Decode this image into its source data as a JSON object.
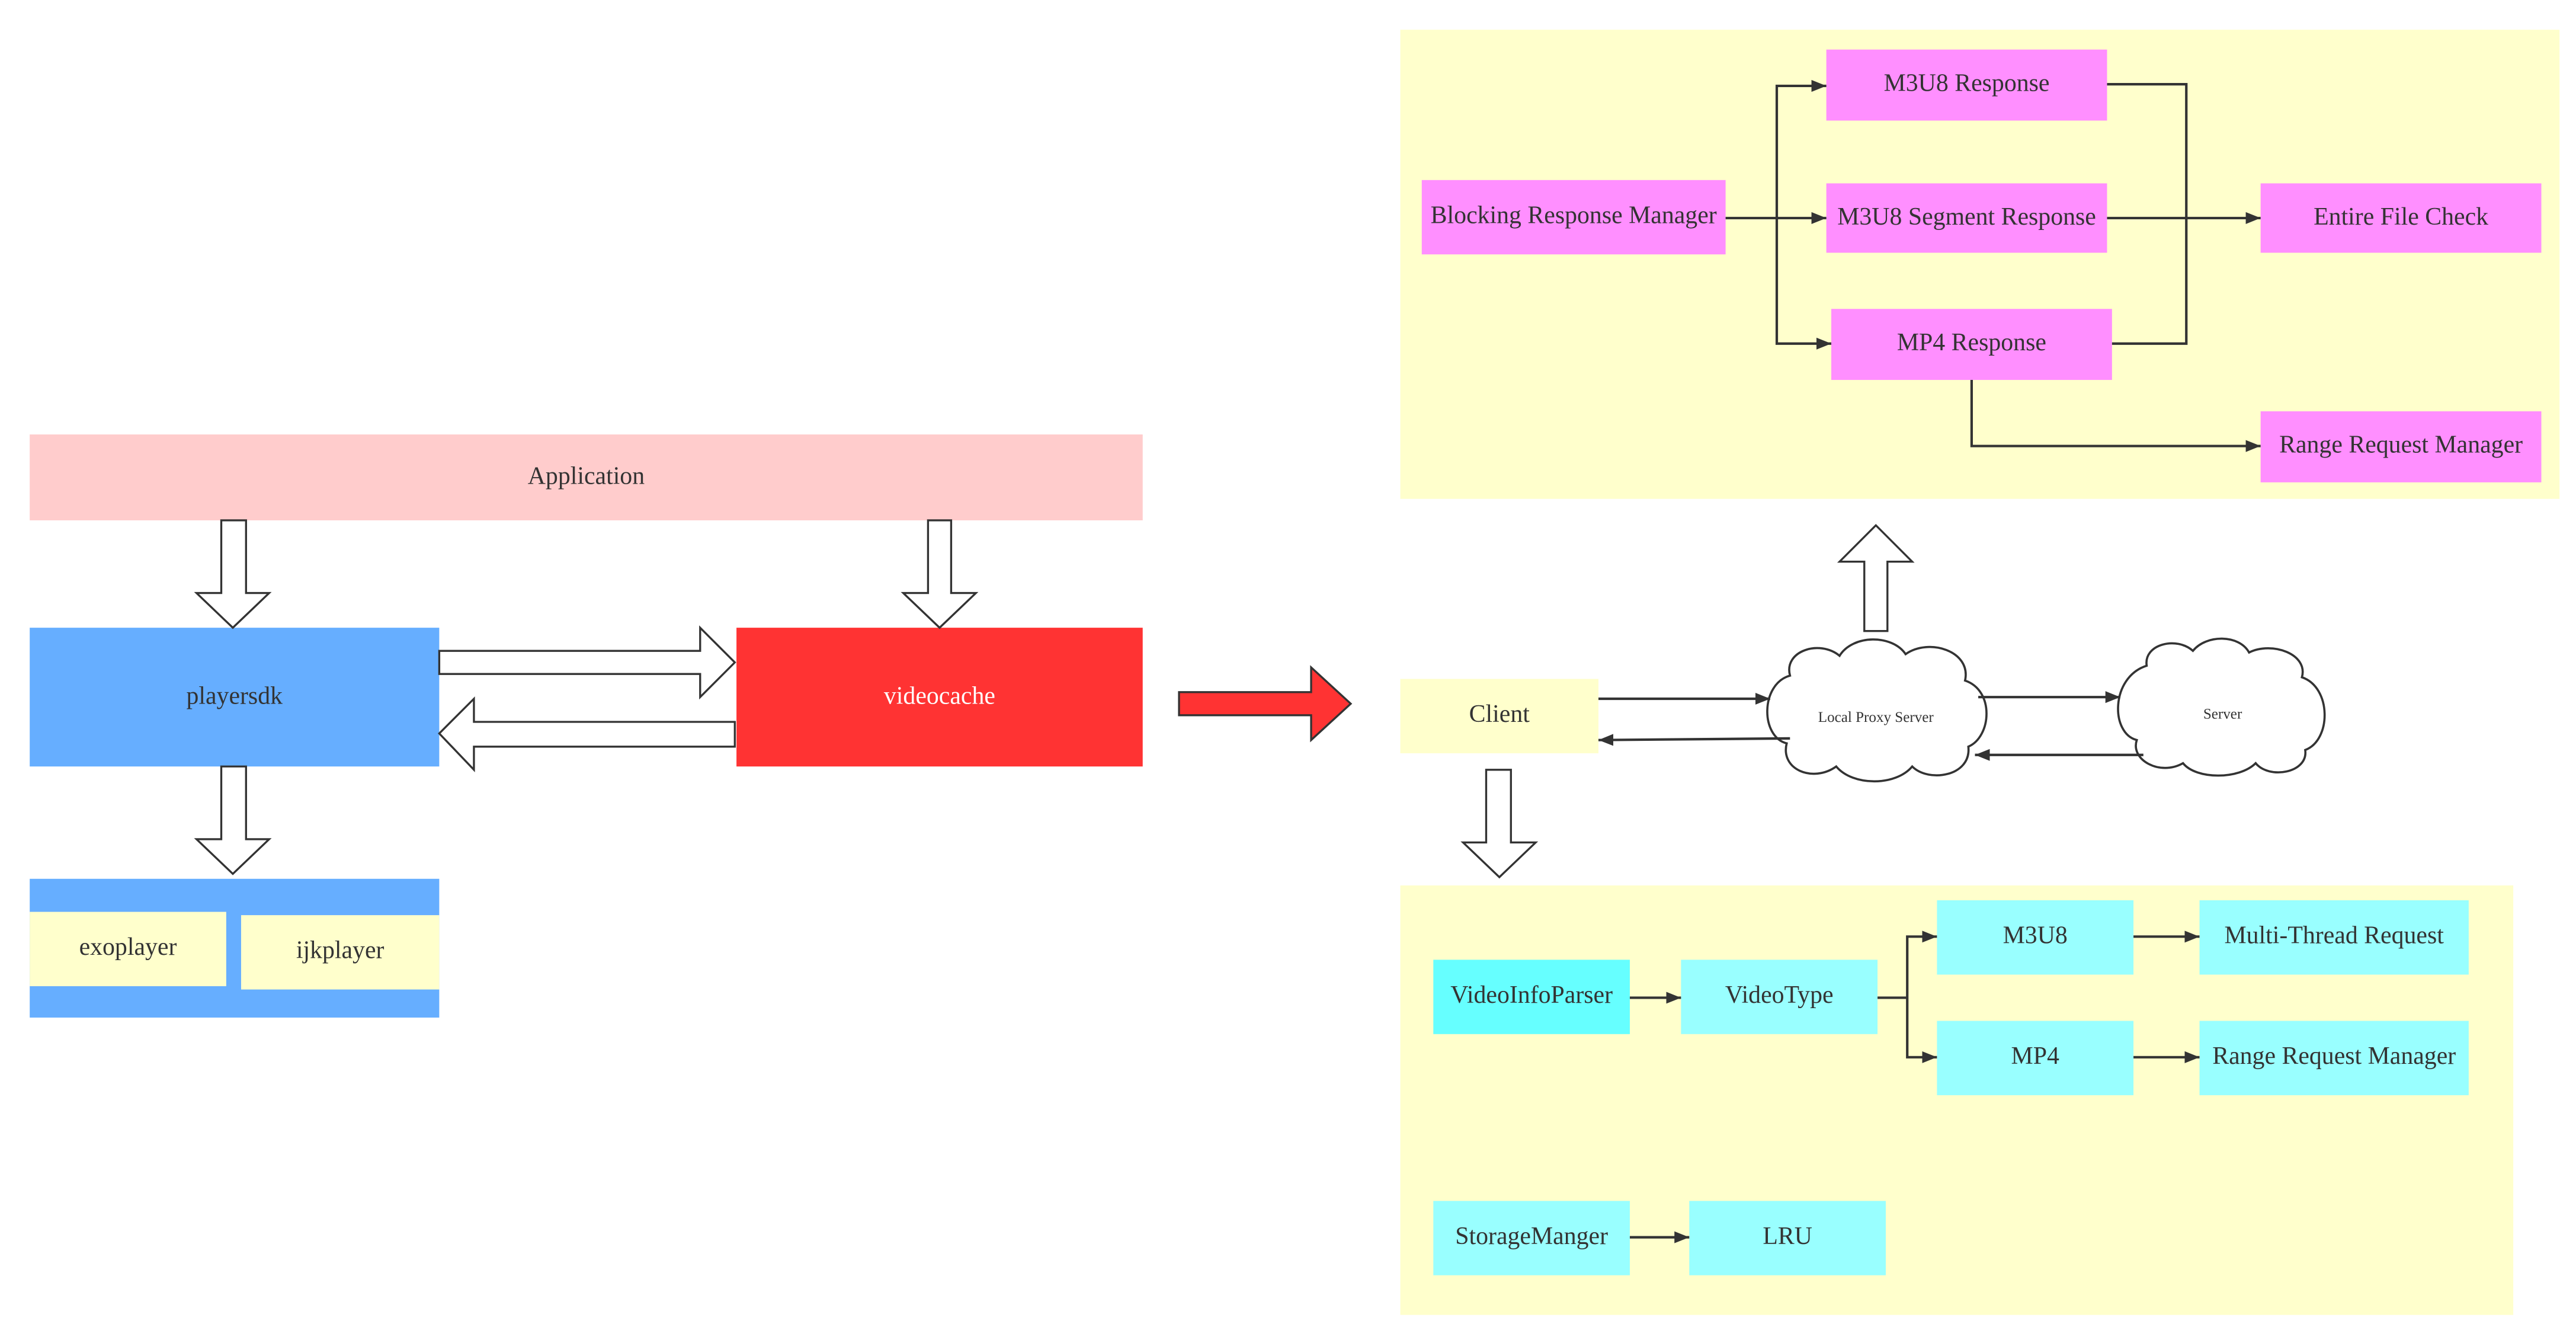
{
  "colors": {
    "application": "#FFCCCC",
    "playersdk": "#66AEFF",
    "videocache": "#FF3333",
    "player_item": "#FFFFCC",
    "panel": "#FFFFCC",
    "response": "#FF8FFF",
    "client": "#FFFFCC",
    "storage_item": "#99FFFF",
    "parser": "#66FFFF",
    "stroke": "#333333",
    "hollow_arrow_fill": "#FFFFFF",
    "big_arrow": "#FF3333"
  },
  "left": {
    "application": "Application",
    "playersdk": "playersdk",
    "videocache": "videocache",
    "exoplayer": "exoplayer",
    "ijkplayer": "ijkplayer"
  },
  "right": {
    "client": "Client",
    "local_proxy_server": "Local Proxy Server",
    "server": "Server",
    "response_panel": {
      "blocking_response_manager": "Blocking Response Manager",
      "m3u8_response": "M3U8 Response",
      "m3u8_segment_response": "M3U8 Segment Response",
      "mp4_response": "MP4 Response",
      "entire_file_check": "Entire File Check",
      "range_request_manager": "Range Request Manager"
    },
    "cache_panel": {
      "videoinfoparser": "VideoInfoParser",
      "videotype": "VideoType",
      "m3u8": "M3U8",
      "mp4": "MP4",
      "multi_thread_request": "Multi-Thread Request",
      "range_request_manager": "Range Request Manager",
      "storagemanger": "StorageManger",
      "lru": "LRU"
    }
  }
}
